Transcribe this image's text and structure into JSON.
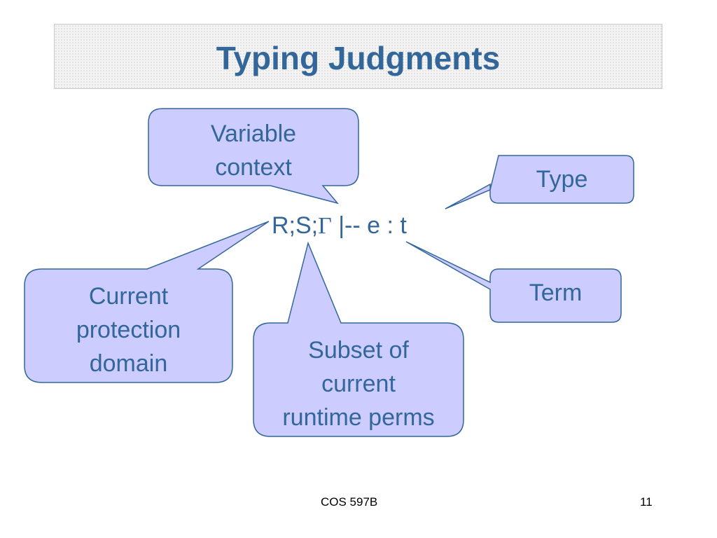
{
  "title": "Typing Judgments",
  "judgment": {
    "prefix": "R;S;",
    "gamma": "Γ",
    "suffix": " |-- e : t"
  },
  "callouts": {
    "variable_context": {
      "line1": "Variable",
      "line2": "context"
    },
    "type": {
      "line1": "Type"
    },
    "current_protection_domain": {
      "line1": "Current",
      "line2": "protection",
      "line3": "domain"
    },
    "term": {
      "line1": "Term"
    },
    "subset_perms": {
      "line1": "Subset of",
      "line2": "current",
      "line3": "runtime perms"
    }
  },
  "footer": {
    "course": "COS 597B",
    "page_number": "11"
  },
  "colors": {
    "title": "#336699",
    "text": "#336699",
    "callout_fill": "#ccccff",
    "callout_stroke": "#336699",
    "title_box_fill": "#f4f4f4",
    "footer_text": "#000000"
  }
}
